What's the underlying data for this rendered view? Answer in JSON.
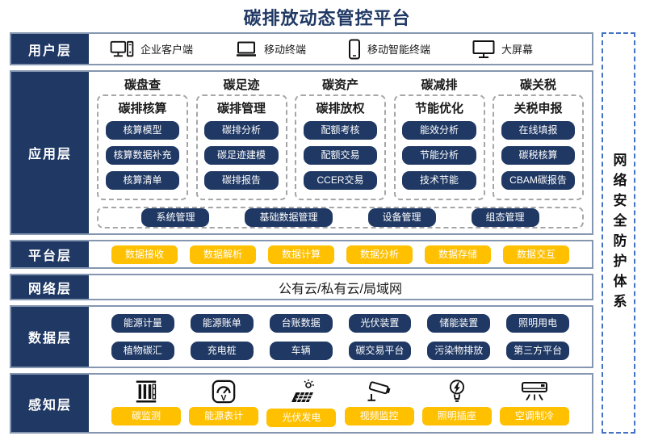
{
  "title": "碳排放动态管控平台",
  "colors": {
    "navy": "#1F3864",
    "yellow": "#FFC000",
    "row_border": "#8496B0",
    "dashed_gray": "#A6A6A6",
    "dashed_blue": "#4472C4"
  },
  "user_layer": {
    "label": "用户层",
    "items": [
      {
        "icon": "desktop-client-icon",
        "label": "企业客户端"
      },
      {
        "icon": "laptop-icon",
        "label": "移动终端"
      },
      {
        "icon": "smartphone-icon",
        "label": "移动智能终端"
      },
      {
        "icon": "big-screen-icon",
        "label": "大屏幕"
      }
    ]
  },
  "app_layer": {
    "label": "应用层",
    "columns": [
      {
        "header": "碳盘查",
        "subheader": "碳排核算",
        "items": [
          "核算模型",
          "核算数据补充",
          "核算清单"
        ]
      },
      {
        "header": "碳足迹",
        "subheader": "碳排管理",
        "items": [
          "碳排分析",
          "碳足迹建模",
          "碳排报告"
        ]
      },
      {
        "header": "碳资产",
        "subheader": "碳排放权",
        "items": [
          "配额考核",
          "配额交易",
          "CCER交易"
        ]
      },
      {
        "header": "碳减排",
        "subheader": "节能优化",
        "items": [
          "能效分析",
          "节能分析",
          "技术节能"
        ]
      },
      {
        "header": "碳关税",
        "subheader": "关税申报",
        "items": [
          "在线填报",
          "碳税核算",
          "CBAM碳报告"
        ]
      }
    ],
    "common_items": [
      "系统管理",
      "基础数据管理",
      "设备管理",
      "组态管理"
    ]
  },
  "platform_layer": {
    "label": "平台层",
    "items": [
      "数据接收",
      "数据解析",
      "数据计算",
      "数据分析",
      "数据存储",
      "数据交互"
    ]
  },
  "network_layer": {
    "label": "网络层",
    "text": "公有云/私有云/局域网"
  },
  "data_layer": {
    "label": "数据层",
    "rows": [
      [
        "能源计量",
        "能源账单",
        "台账数据",
        "光伏装置",
        "储能装置",
        "照明用电"
      ],
      [
        "植物碳汇",
        "充电桩",
        "车辆",
        "碳交易平台",
        "污染物排放",
        "第三方平台"
      ]
    ]
  },
  "sensor_layer": {
    "label": "感知层",
    "items": [
      {
        "icon": "carbon-monitor-icon",
        "label": "碳监测"
      },
      {
        "icon": "energy-meter-icon",
        "label": "能源表计"
      },
      {
        "icon": "solar-panel-icon",
        "label": "光伏发电"
      },
      {
        "icon": "cctv-camera-icon",
        "label": "视频监控"
      },
      {
        "icon": "light-bulb-icon",
        "label": "照明插座"
      },
      {
        "icon": "air-conditioner-icon",
        "label": "空调制冷"
      }
    ]
  },
  "security_box": {
    "text": "网络安全防护体系"
  }
}
